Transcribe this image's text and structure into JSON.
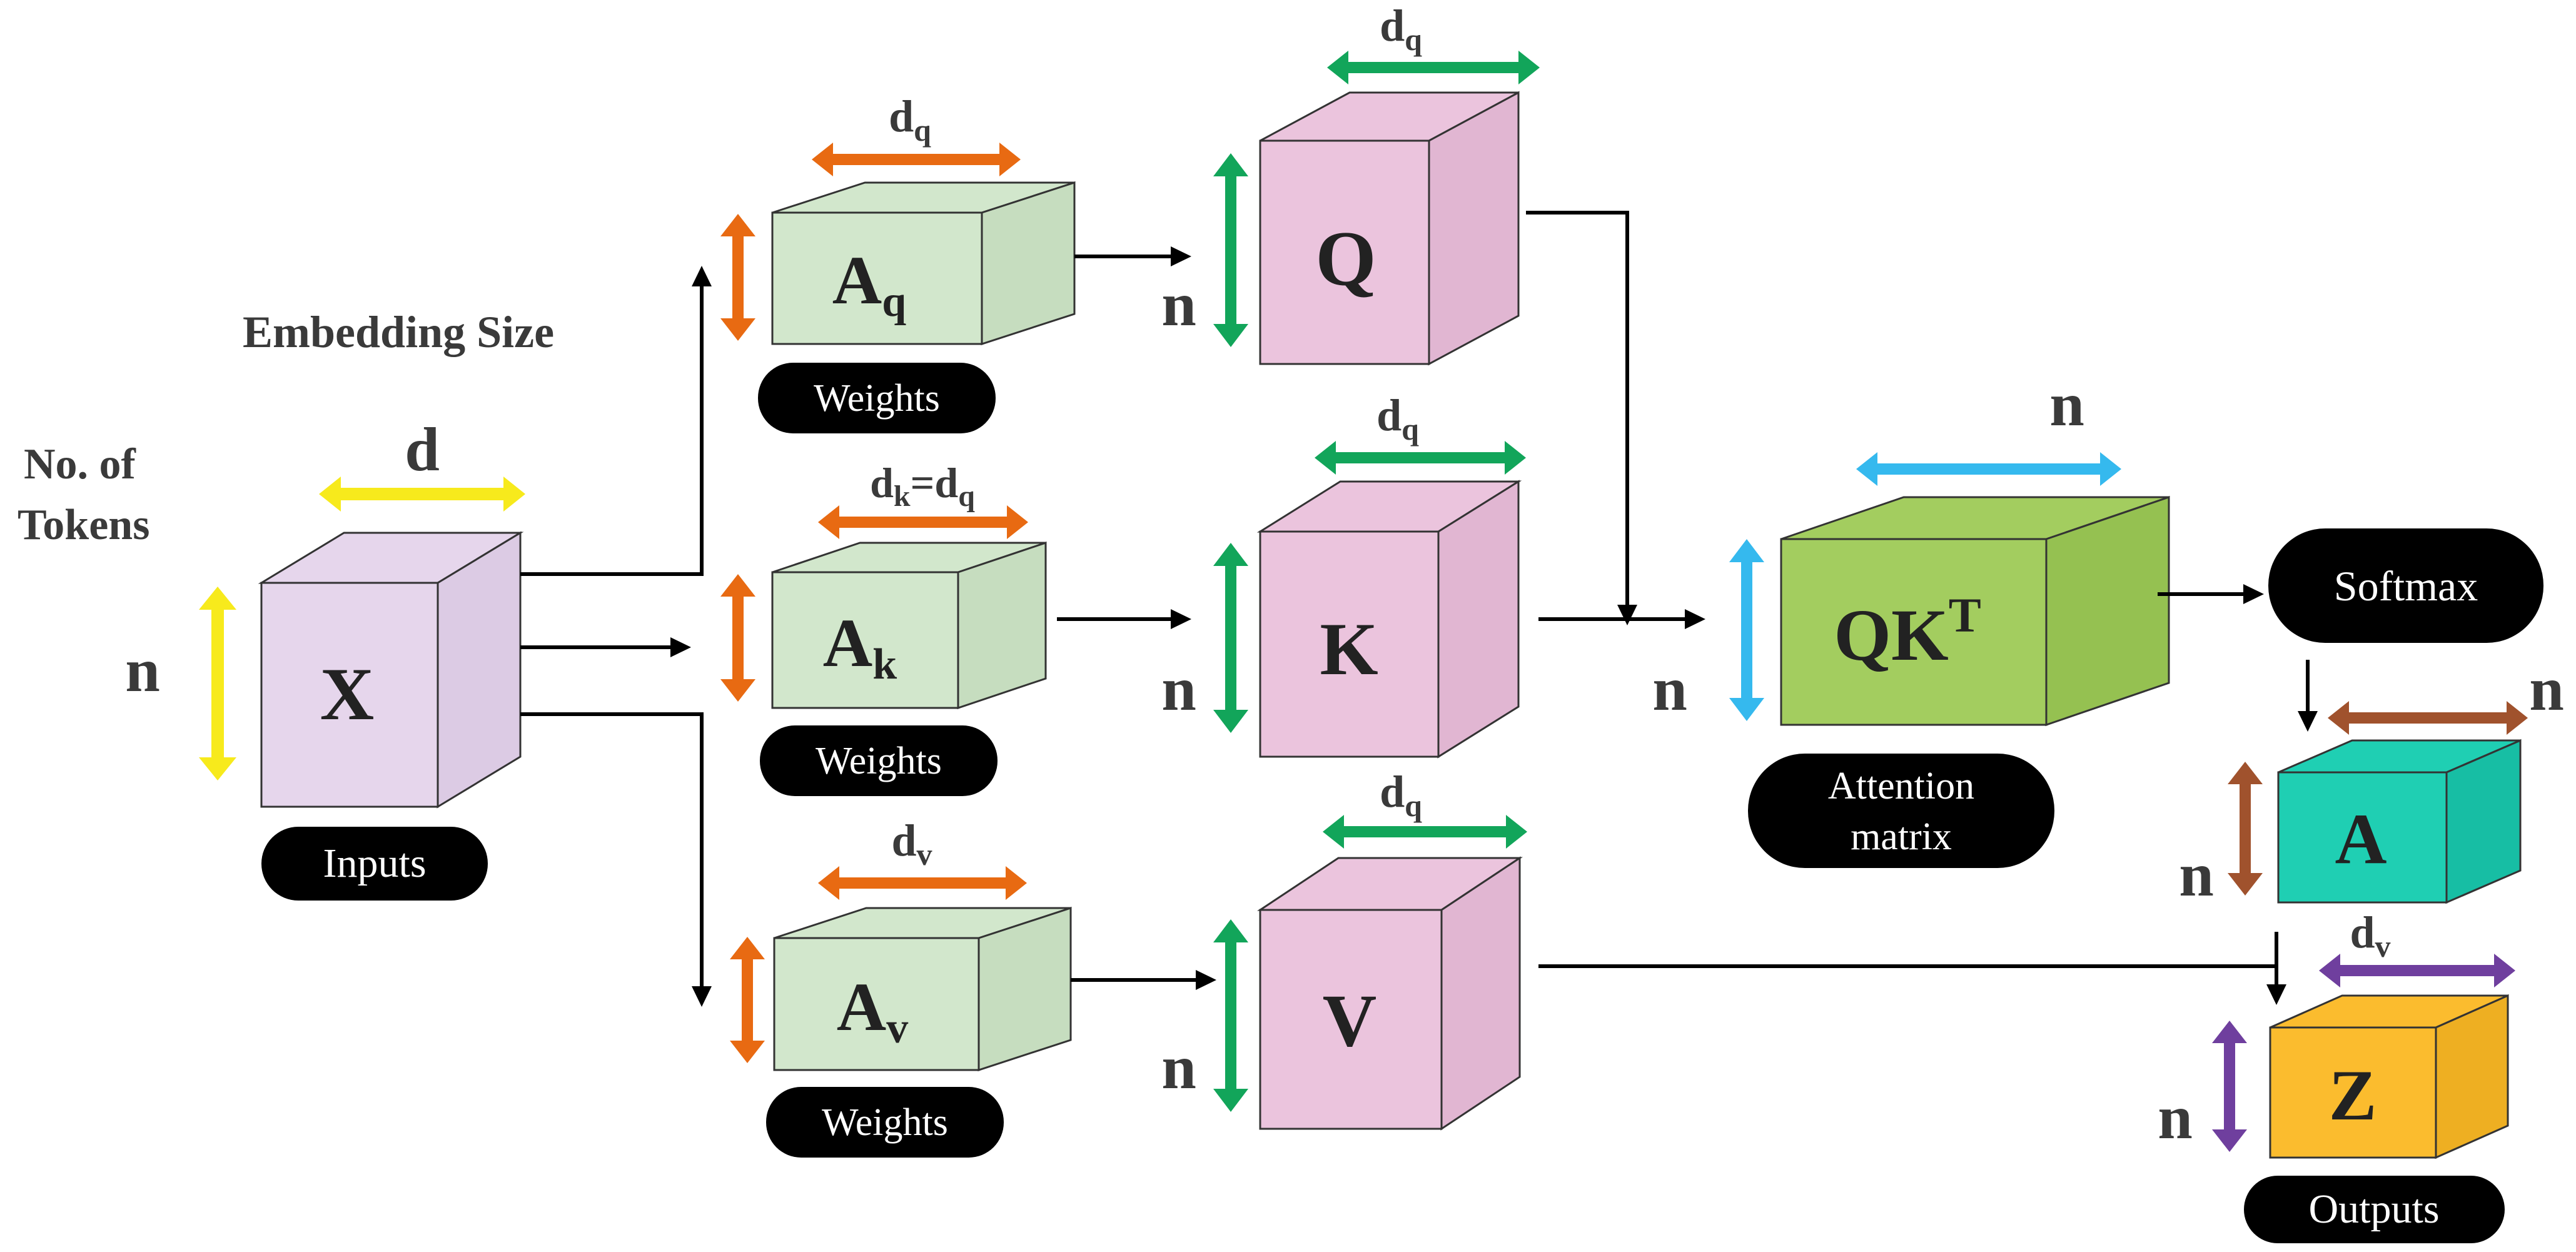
{
  "labels": {
    "embedding_size": "Embedding Size",
    "no_of_tokens_1": "No. of",
    "no_of_tokens_2": "Tokens",
    "n": "n",
    "d": "d"
  },
  "cubes": {
    "x": {
      "label": "X",
      "color": "#e6d6ec"
    },
    "aq": {
      "main": "A",
      "sub": "q",
      "color": "#d2e7cc"
    },
    "ak": {
      "main": "A",
      "sub": "k",
      "color": "#d2e7cc"
    },
    "av": {
      "main": "A",
      "sub": "v",
      "color": "#d2e7cc"
    },
    "q": {
      "label": "Q",
      "color": "#ebc4dd"
    },
    "k": {
      "label": "K",
      "color": "#ebc4dd"
    },
    "v": {
      "label": "V",
      "color": "#ebc4dd"
    },
    "qkt": {
      "main": "QK",
      "sup": "T",
      "color": "#a3cd5f"
    },
    "a": {
      "label": "A",
      "color": "#1fcfb3"
    },
    "z": {
      "label": "Z",
      "color": "#fbbc2e"
    }
  },
  "dims": {
    "dq": {
      "main": "d",
      "sub": "q"
    },
    "dk_eq_dq": {
      "main_1": "d",
      "sub_1": "k",
      "eq": "=d",
      "sub_2": "q"
    },
    "dv": {
      "main": "d",
      "sub": "v"
    }
  },
  "pills": {
    "inputs": "Inputs",
    "weights": "Weights",
    "attention_1": "Attention",
    "attention_2": "matrix",
    "softmax": "Softmax",
    "outputs": "Outputs"
  },
  "colors": {
    "yellow_arrow": "#f7ea1c",
    "orange_arrow": "#e86a12",
    "green_arrow": "#12a55a",
    "blue_arrow": "#35b9ee",
    "brown_arrow": "#a0522d",
    "purple_arrow": "#6f3f9e"
  }
}
